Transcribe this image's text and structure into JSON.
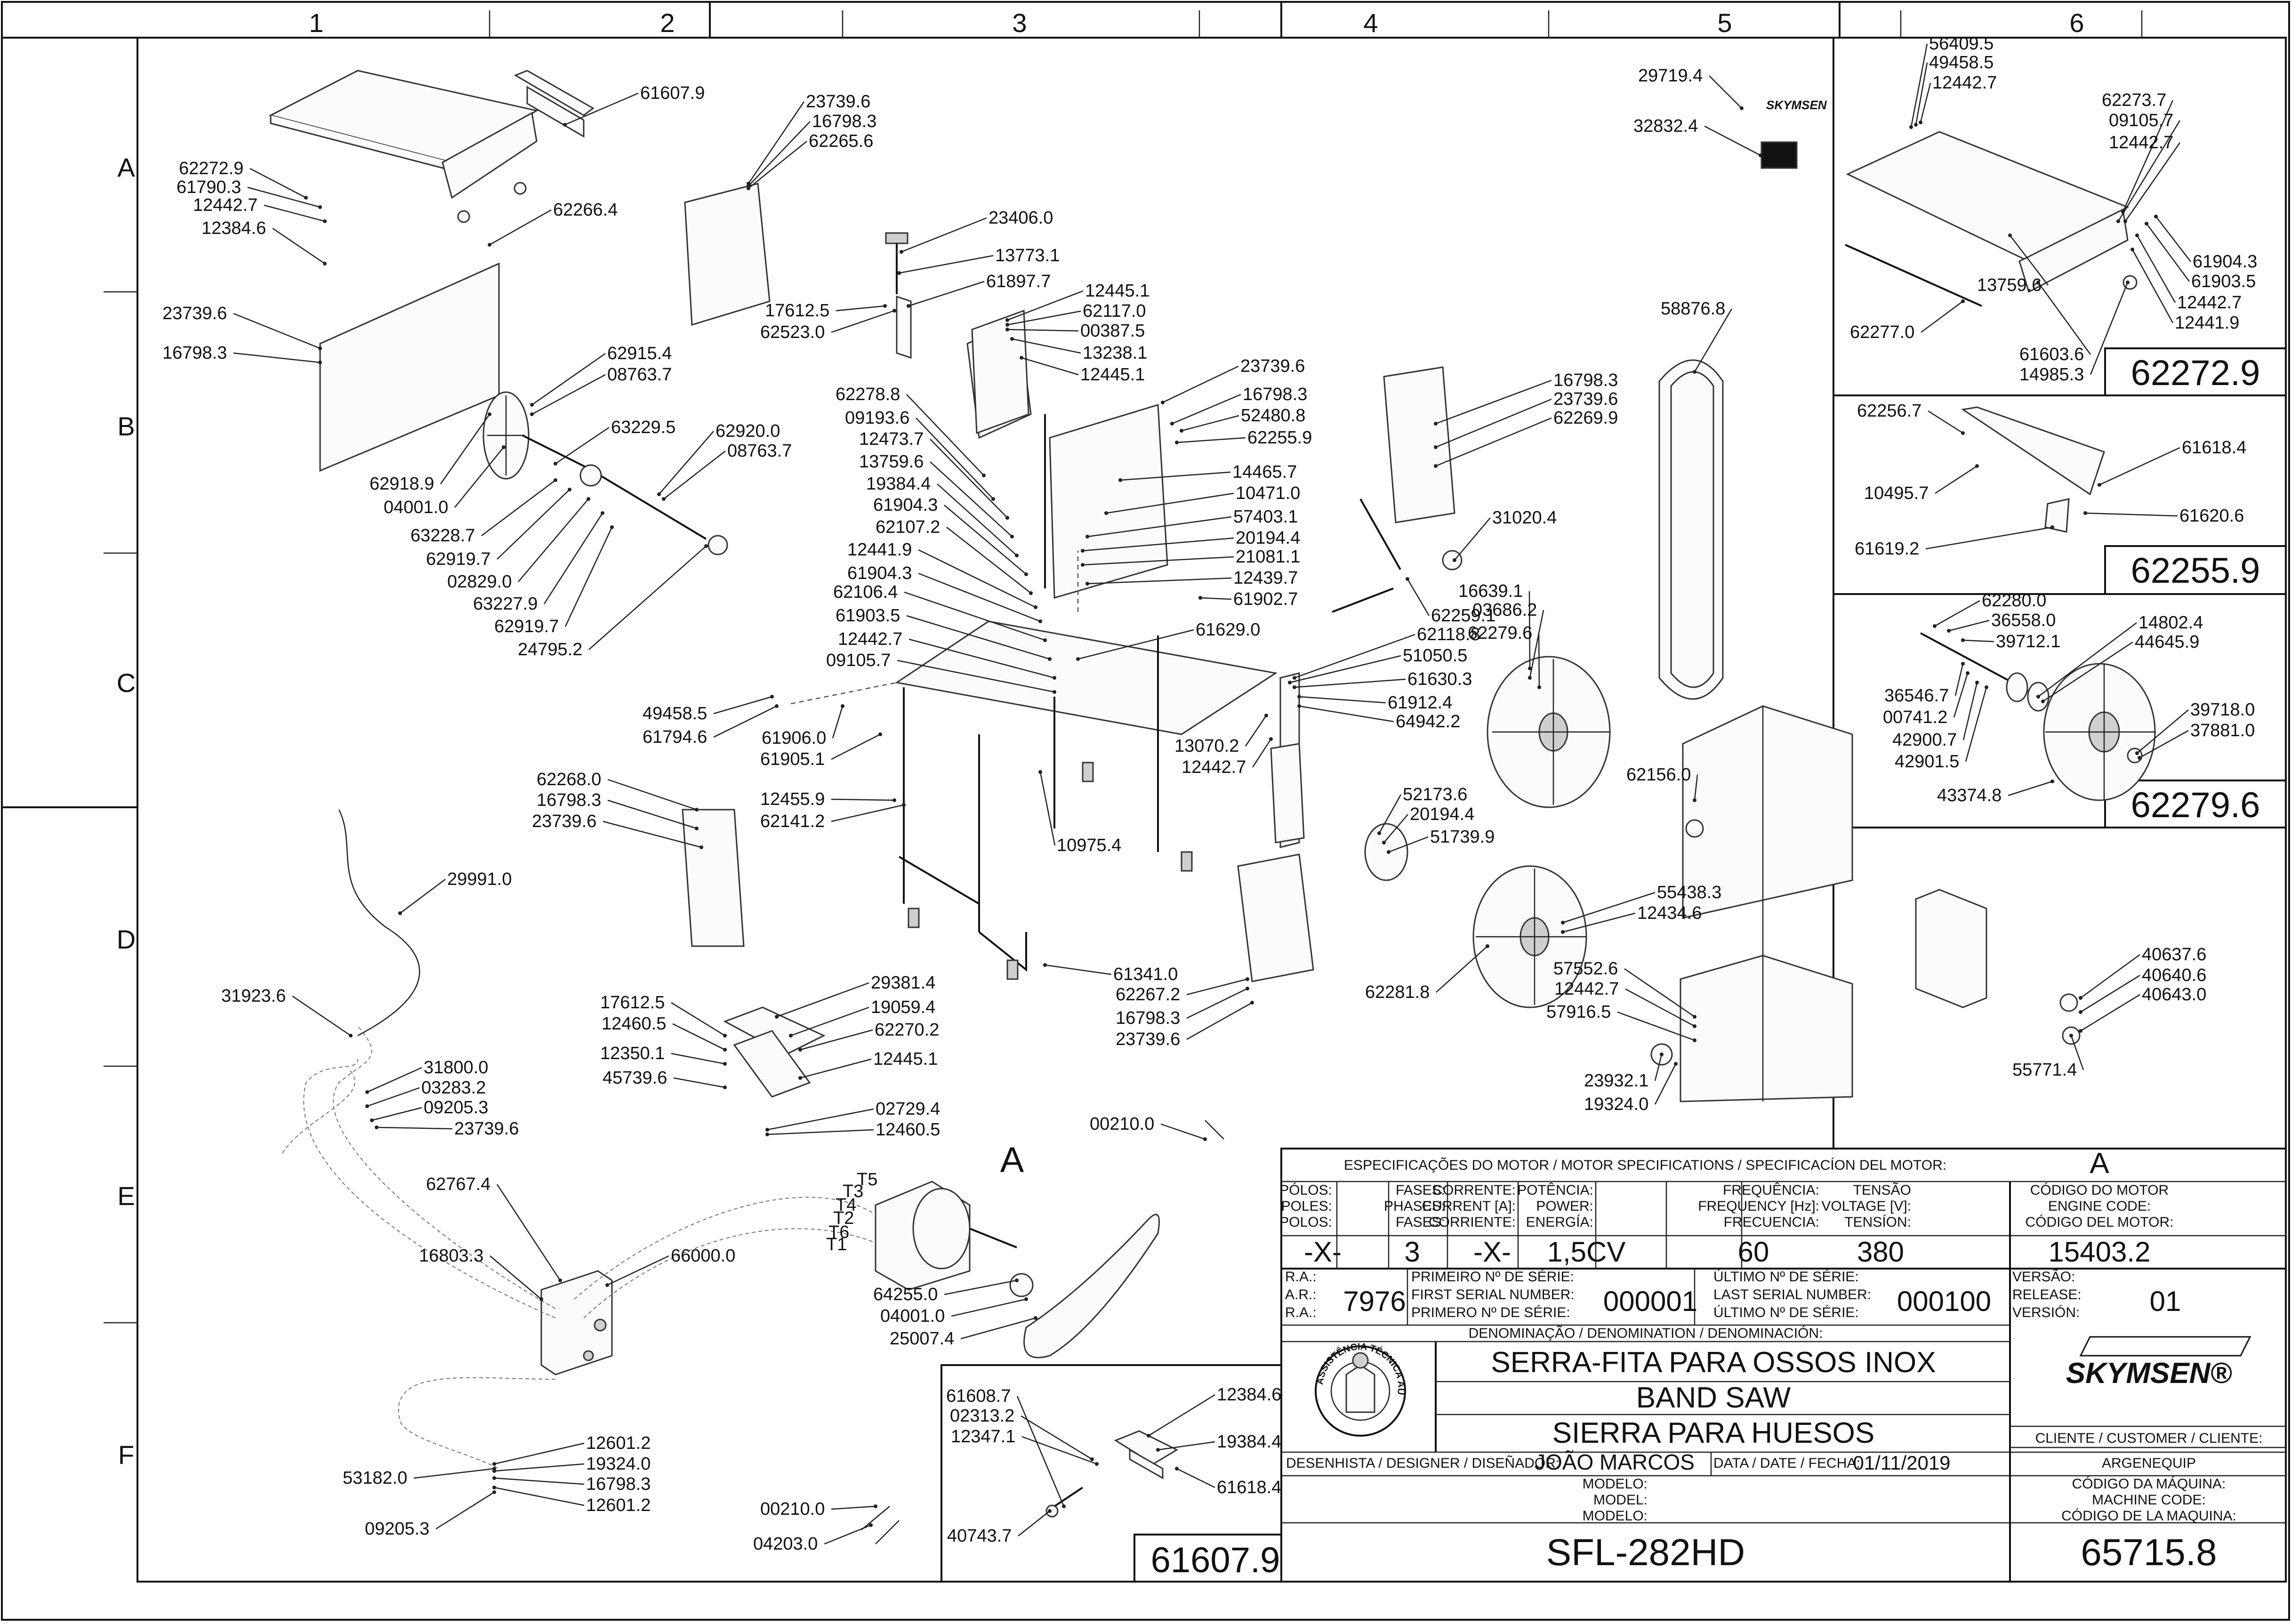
{
  "grid": {
    "columns": [
      "1",
      "2",
      "3",
      "4",
      "5",
      "6"
    ],
    "rows": [
      "A",
      "B",
      "C",
      "D",
      "E",
      "F"
    ]
  },
  "callout_A": "A",
  "motor_spec": {
    "header": "ESPECIFICAÇÕES DO MOTOR / MOTOR SPECIFICATIONS / SPECIFICACÍON DEL MOTOR:",
    "header_value": "A",
    "poles_label": [
      "PÓLOS:",
      "POLES:",
      "POLOS:"
    ],
    "phases_label": [
      "FASES:",
      "PHASES:",
      "FASES:"
    ],
    "current_label": [
      "CORRENTE:",
      "CURRENT [A]:",
      "CORRIENTE:"
    ],
    "power_label": [
      "POTÊNCIA:",
      "POWER:",
      "ENERGÍA:"
    ],
    "frequency_label": [
      "FREQUÊNCIA:",
      "FREQUENCY [Hz]:",
      "FRECUENCIA:"
    ],
    "voltage_label": [
      "TENSÃO",
      "VOLTAGE [V]:",
      "TENSÍON:"
    ],
    "engine_code_label": [
      "CÓDIGO DO MOTOR",
      "ENGINE CODE:",
      "CÓDIGO DEL MOTOR:"
    ],
    "poles": "-X-",
    "phases": "3",
    "current": "-X-",
    "power": "1,5CV",
    "frequency": "60",
    "voltage": "380",
    "engine_code": "15403.2"
  },
  "title_block": {
    "ra_label": [
      "R.A.:",
      "A.R.:",
      "R.A.:"
    ],
    "ra": "7976",
    "first_serial_label": [
      "PRIMEIRO Nº DE SÉRIE:",
      "FIRST SERIAL NUMBER:",
      "PRIMERO Nº DE SÉRIE:"
    ],
    "first_serial": "000001",
    "last_serial_label": [
      "ÚLTIMO Nº DE SÉRIE:",
      "LAST SERIAL NUMBER:",
      "ÚLTIMO Nº DE SÉRIE:"
    ],
    "last_serial": "000100",
    "version_label": [
      "VERSÃO:",
      "RELEASE:",
      "VERSIÓN:"
    ],
    "version": "01",
    "denomination_label": "DENOMINAÇÃO / DENOMINATION / DENOMINACIÓN:",
    "name_pt": "SERRA-FITA PARA OSSOS INOX",
    "name_en": "BAND SAW",
    "name_es": "SIERRA PARA HUESOS",
    "brand": "SKYMSEN®",
    "stamp_text": "ASSISTÊNCIA TÉCNICA AUTORIZADA",
    "customer_label": "CLIENTE / CUSTOMER / CLIENTE:",
    "customer": "ARGENEQUIP",
    "designer_label": "DESENHISTA / DESIGNER / DISEÑADOR:",
    "designer": "JOÃO MARCOS",
    "date_label": "DATA / DATE / FECHA:",
    "date": "01/11/2019",
    "model_label": [
      "MODELO:",
      "MODEL:",
      "MODELO:"
    ],
    "model": "SFL-282HD",
    "machine_code_label": [
      "CÓDIGO DA MÁQUINA:",
      "MACHINE CODE:",
      "CÓDIGO DE LA MAQUINA:"
    ],
    "machine_code": "65715.8"
  },
  "subassembly_codes": [
    "62272.9",
    "62255.9",
    "62279.6",
    "61607.9"
  ],
  "brand_small": "SKYMSEN",
  "motor_terminals": [
    "T5",
    "T3",
    "T4",
    "T2",
    "T6",
    "T1"
  ],
  "part_labels": [
    "61607.9",
    "62272.9",
    "61790.3",
    "12442.7",
    "12384.6",
    "62266.4",
    "23739.6",
    "16798.3",
    "23739.6",
    "16798.3",
    "62265.6",
    "62915.4",
    "08763.7",
    "63229.5",
    "62920.0",
    "08763.7",
    "62918.9",
    "04001.0",
    "63228.7",
    "62919.7",
    "02829.0",
    "63227.9",
    "62919.7",
    "24795.2",
    "23406.0",
    "13773.1",
    "61897.7",
    "17612.5",
    "62523.0",
    "12445.1",
    "62117.0",
    "00387.5",
    "13238.1",
    "12445.1",
    "62278.8",
    "09193.6",
    "12473.7",
    "13759.6",
    "19384.4",
    "61904.3",
    "62107.2",
    "12441.9",
    "61904.3",
    "62106.4",
    "61903.5",
    "12442.7",
    "09105.7",
    "23739.6",
    "16798.3",
    "52480.8",
    "62255.9",
    "14465.7",
    "10471.0",
    "57403.1",
    "20194.4",
    "21081.1",
    "12439.7",
    "61902.7",
    "61629.0",
    "49458.5",
    "61794.6",
    "61906.0",
    "61905.1",
    "12455.9",
    "62141.2",
    "10975.4",
    "13070.2",
    "12442.7",
    "62268.0",
    "16798.3",
    "23739.6",
    "29991.0",
    "31923.6",
    "31800.0",
    "03283.2",
    "09205.3",
    "23739.6",
    "17612.5",
    "12460.5",
    "29381.4",
    "19059.4",
    "62270.2",
    "12445.1",
    "12350.1",
    "45739.6",
    "02729.4",
    "12460.5",
    "61341.0",
    "62267.2",
    "16798.3",
    "23739.6",
    "62767.4",
    "16803.3",
    "66000.0",
    "64255.0",
    "04001.0",
    "25007.4",
    "00210.0",
    "53182.0",
    "12601.2",
    "19324.0",
    "16798.3",
    "12601.2",
    "09205.3",
    "00210.0",
    "04203.0",
    "61608.7",
    "02313.2",
    "12347.1",
    "12384.6",
    "19384.4",
    "61618.4",
    "40743.7",
    "16798.3",
    "23739.6",
    "62269.9",
    "31020.4",
    "62259.1",
    "16639.1",
    "03686.2",
    "62279.6",
    "62118.8",
    "51050.5",
    "61630.3",
    "61912.4",
    "64942.2",
    "52173.6",
    "20194.4",
    "51739.9",
    "55438.3",
    "12434.6",
    "62281.8",
    "57552.6",
    "12442.7",
    "57916.5",
    "23932.1",
    "19324.0",
    "29719.4",
    "32832.4",
    "58876.8",
    "62156.0",
    "56409.5",
    "49458.5",
    "12442.7",
    "62273.7",
    "09105.7",
    "12442.7",
    "61904.3",
    "61903.5",
    "12442.7",
    "12441.9",
    "13759.6",
    "62277.0",
    "61603.6",
    "14985.3",
    "62256.7",
    "61618.4",
    "10495.7",
    "61620.6",
    "61619.2",
    "62280.0",
    "36558.0",
    "39712.1",
    "14802.4",
    "44645.9",
    "36546.7",
    "00741.2",
    "42900.7",
    "42901.5",
    "39718.0",
    "37881.0",
    "43374.8",
    "40637.6",
    "40640.6",
    "40643.0",
    "55771.4"
  ]
}
